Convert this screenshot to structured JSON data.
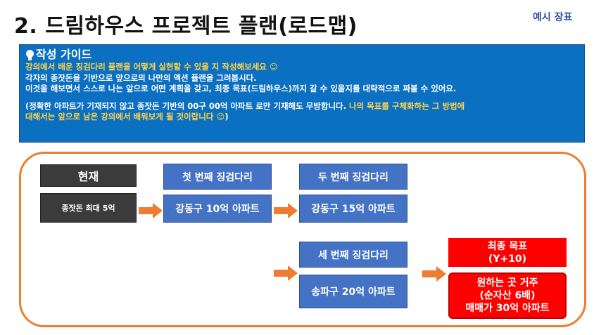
{
  "header": {
    "title": "2. 드림하우스 프로젝트 플랜(로드맵)",
    "tag": "예시 장표"
  },
  "guide": {
    "heading": "작성 가이드",
    "lines": [
      "강의에서 배운 징검다리 플랜을 어떻게 실현할 수 있을 지 작성해보세요 ☺",
      "각자의 종잣돈을 기반으로 앞으로의 나만의 액션 플랜을 그려봅시다.",
      "이것을 해보면서 스스로 나는 앞으로 어떤 계획을 갖고, 최종 목표(드림하우스)까지 갈 수 있을지를 대략적으로 짜볼 수 있어요."
    ],
    "note_white": "(정확한 아파트가 기재되지 않고 종잣돈 기반의 00구 00억 아파트 로만 기재해도 무방합니다.",
    "note_yellow": " 나의 목표를 구체화하는 그 방법에",
    "note_yellow_2": "대해서는 앞으로 남은 강의에서 배워보게 될 것이랍니다 ☺",
    "note_end": ")",
    "colors": {
      "panel": "#0b6fc2",
      "highlight": "#ffd54a"
    }
  },
  "roadmap": {
    "current": {
      "label": "현재",
      "value": "종잣돈 최대 5억"
    },
    "step1": {
      "label": "첫 번째 징검다리",
      "value": "강동구 10억 아파트"
    },
    "step2": {
      "label": "두 번째 징검다리",
      "value": "강동구 15억 아파트"
    },
    "step3": {
      "label": "세 번째 징검다리",
      "value": "송파구 20억 아파트"
    },
    "goal": {
      "label_1": "최종 목표",
      "label_2": "(Y+10)",
      "value_1": "원하는 곳 거주",
      "value_2": "(순자산 6배)",
      "value_3": "매매가 30억 아파트"
    },
    "colors": {
      "frame": "#ed7d31",
      "step": "#4472c4",
      "goal": "#ff0000",
      "current": "#3b3b3b",
      "arrow": "#ed7d31"
    }
  }
}
